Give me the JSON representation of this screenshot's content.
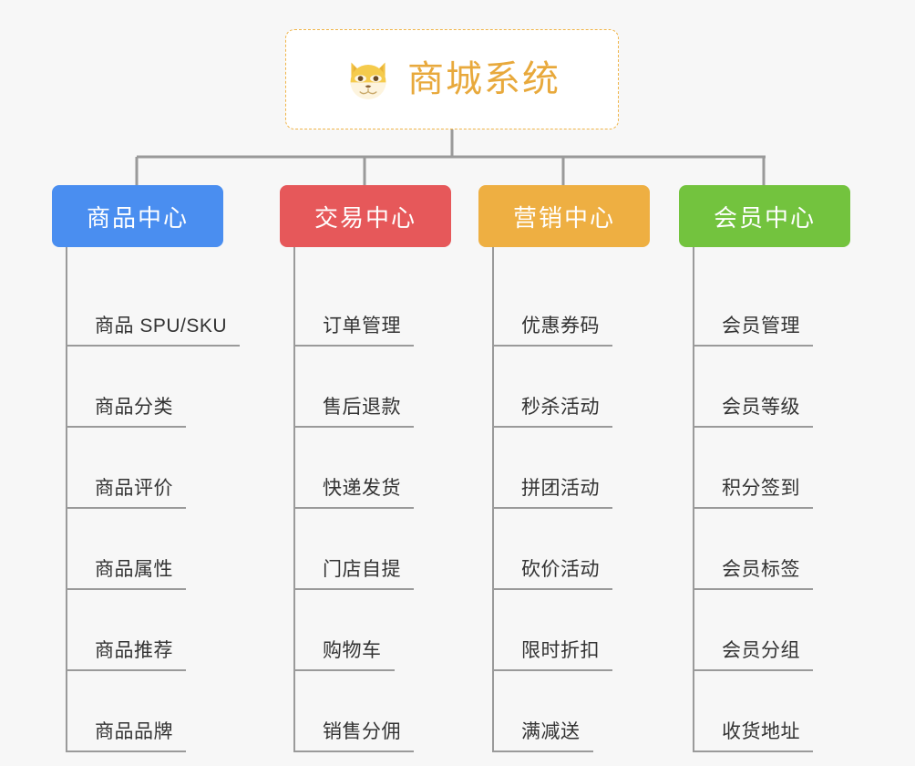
{
  "page": {
    "background_color": "#f7f7f7",
    "connector_color": "#9a9a9a"
  },
  "root": {
    "title": "商城系统",
    "icon": "shiba-dog-face-emoji",
    "border_color": "#f0b54a",
    "text_color": "#e8a93c",
    "background_color": "#ffffff"
  },
  "columns": [
    {
      "title": "商品中心",
      "color": "#4a8ef0",
      "items": [
        "商品 SPU/SKU",
        "商品分类",
        "商品评价",
        "商品属性",
        "商品推荐",
        "商品品牌"
      ]
    },
    {
      "title": "交易中心",
      "color": "#e6585a",
      "items": [
        "订单管理",
        "售后退款",
        "快递发货",
        "门店自提",
        "购物车",
        "销售分佣"
      ]
    },
    {
      "title": "营销中心",
      "color": "#eeaf42",
      "items": [
        "优惠券码",
        "秒杀活动",
        "拼团活动",
        "砍价活动",
        "限时折扣",
        "满减送"
      ]
    },
    {
      "title": "会员中心",
      "color": "#73c33e",
      "items": [
        "会员管理",
        "会员等级",
        "积分签到",
        "会员标签",
        "会员分组",
        "收货地址"
      ]
    }
  ]
}
